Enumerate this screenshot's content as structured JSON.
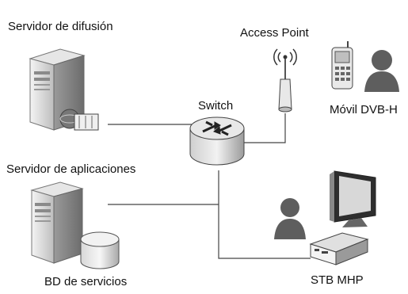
{
  "labels": {
    "broadcast_server": "Servidor de difusión",
    "access_point": "Access Point",
    "switch": "Switch",
    "mobile": "Móvil DVB-H",
    "app_server": "Servidor de aplicaciones",
    "database": "BD de servicios",
    "stb": "STB MHP"
  },
  "icons": {
    "broadcast_server": "server-tower-icon",
    "broadcast_card": "broadcast-card-icon",
    "app_server": "server-tower-icon",
    "database": "database-cylinder-icon",
    "switch": "network-switch-icon",
    "access_point": "wireless-access-point-icon",
    "mobile_phone": "mobile-phone-icon",
    "user_mobile": "user-icon",
    "user_stb": "user-icon",
    "monitor": "monitor-icon",
    "stb_box": "set-top-box-icon"
  },
  "colors": {
    "line": "#333333",
    "text": "#111111"
  }
}
